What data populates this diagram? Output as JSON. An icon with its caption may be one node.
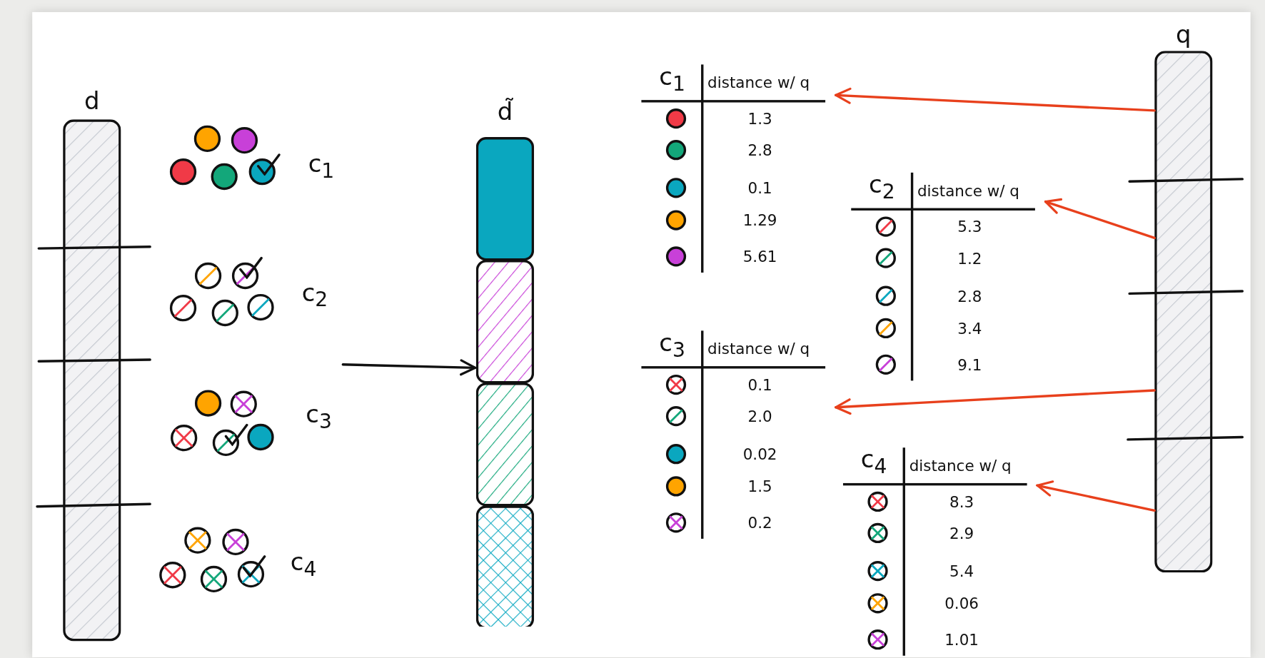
{
  "diagram": {
    "nodes": [
      {
        "text": [
          "d"
        ]
      },
      {
        "text": [
          "d̃"
        ]
      },
      {
        "text": [
          "q"
        ]
      },
      {
        "text": [
          "c$_{1}$",
          "distance w/ q",
          "1.3",
          "2.8",
          "0.1",
          "1.29",
          "5.61"
        ]
      },
      {
        "text": [
          "c$_{2}$",
          "distance w/ q",
          "5.3",
          "1.2",
          "2.8",
          "3.4",
          "9.1"
        ]
      },
      {
        "text": [
          "c$_{3}$",
          "distance w/ q",
          "0.1",
          "2.0",
          "0.02",
          "1.5",
          "0.2"
        ]
      },
      {
        "text": [
          "c$_{4}$",
          "distance w/ q",
          "8.3",
          "2.9",
          "5.4",
          "0.06",
          "1.01"
        ]
      }
    ],
    "edges": [
      {
        "from": null,
        "to": 1,
        "arrow": "to",
        "color": "#111111"
      },
      {
        "from": 2,
        "to": 3,
        "arrow": "to",
        "color": "#e8401c"
      },
      {
        "from": 2,
        "to": 4,
        "arrow": "to",
        "color": "#e8401c"
      },
      {
        "from": 2,
        "to": 5,
        "arrow": "to",
        "color": "#e8401c"
      },
      {
        "from": 2,
        "to": 6,
        "arrow": "to",
        "color": "#e8401c"
      }
    ],
    "labels": [
      "c$_{1}$",
      "c$_{2}$",
      "c$_{3}$",
      "c$_{4}$"
    ]
  }
}
